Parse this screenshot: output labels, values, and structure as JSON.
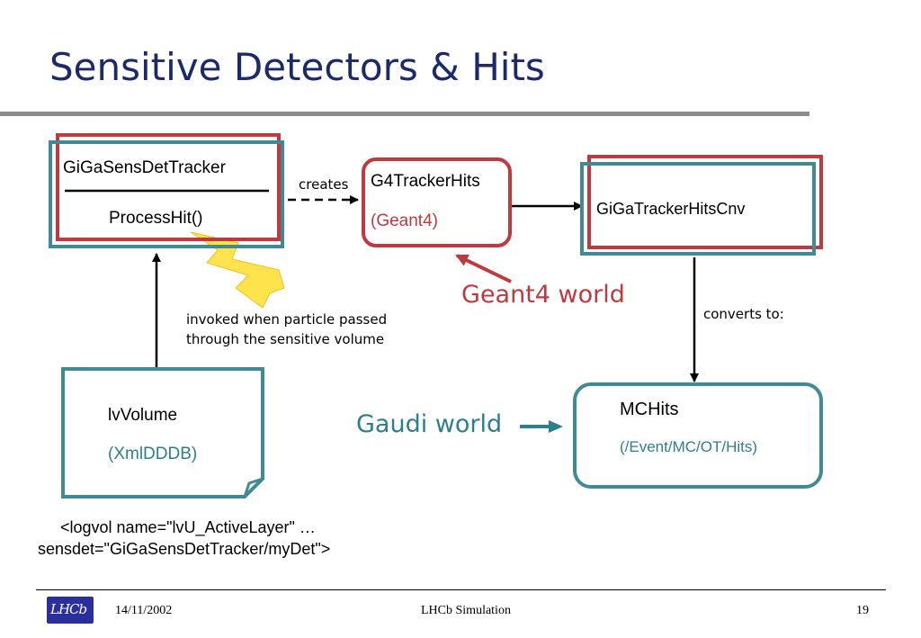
{
  "slide": {
    "title": "Sensitive Detectors & Hits"
  },
  "nodes": {
    "sensdet": {
      "name": "GiGaSensDetTracker",
      "method": "ProcessHit()"
    },
    "g4hits": {
      "name": "G4TrackerHits",
      "world": "(Geant4)"
    },
    "cnv": {
      "name": "GiGaTrackerHitsCnv"
    },
    "volume": {
      "name": "lvVolume",
      "source": "(XmlDDDB)"
    },
    "mchits": {
      "name": "MCHits",
      "path": "(/Event/MC/OT/Hits)"
    }
  },
  "edges": {
    "creates": "creates",
    "converts": "converts to:"
  },
  "annotations": {
    "invoked_line1": "invoked when particle passed",
    "invoked_line2": "through the sensitive volume",
    "geant4_world": "Geant4 world",
    "gaudi_world": "Gaudi world",
    "xml_line1": "<logvol name=\"lvU_ActiveLayer\" …",
    "xml_line2": "sensdet=\"GiGaSensDetTracker/myDet\">"
  },
  "footer": {
    "logo": "LHCb",
    "date": "14/11/2002",
    "center": "LHCb Simulation",
    "page": "19"
  },
  "colors": {
    "title": "#1a2a6c",
    "red": "#c0393f",
    "teal": "#3f8a94",
    "lightning": "#ffe34d"
  },
  "icons": {
    "lightning": "lightning-bolt-icon",
    "logo": "lhcb-logo-icon"
  }
}
